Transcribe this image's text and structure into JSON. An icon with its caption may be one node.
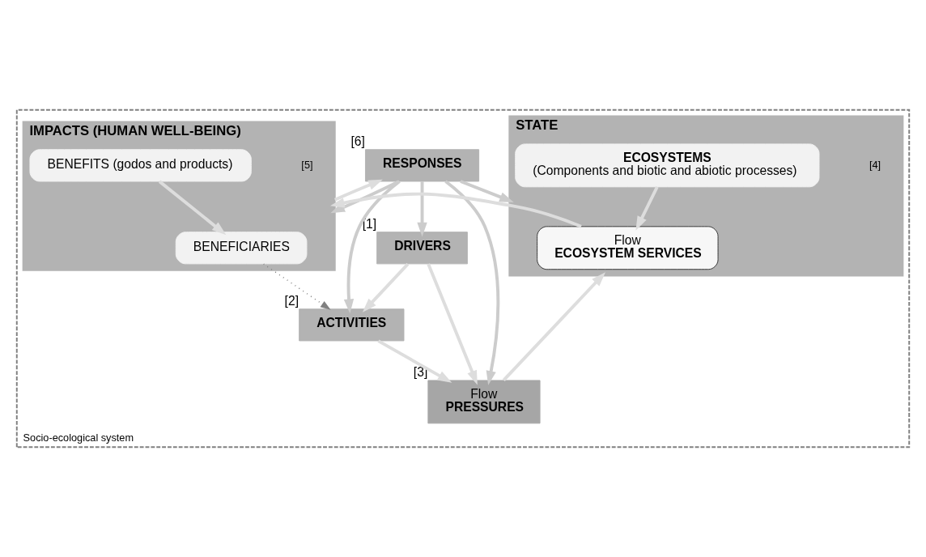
{
  "diagram": {
    "nodes": [
      {
        "text": [
          "Socio-ecological system"
        ]
      },
      {
        "text": [
          "DRIVERS"
        ],
        "beside": [
          "[1]"
        ],
        "in": 0
      },
      {
        "text": [
          "RESPONSES"
        ],
        "beside": [
          "[6]"
        ],
        "in": 0
      },
      {
        "text": [
          "ACTIVITIES"
        ],
        "beside": [
          "[2]"
        ],
        "in": 0
      },
      {
        "text": [
          "IMPACTS (HUMAN WELL-BEING)"
        ],
        "beside": [
          "[5]"
        ],
        "in": 0
      },
      {
        "text": [
          "BENEFICIARIES"
        ],
        "in": 4
      },
      {
        "text": [
          "BENEFITS (godos and products)"
        ],
        "in": 4
      },
      {
        "text": [
          "Flow",
          "PRESSURES"
        ],
        "beside": [
          "[3]"
        ],
        "in": 0
      },
      {
        "text": [
          "STATE"
        ],
        "beside": [
          "[4]"
        ],
        "in": 0
      },
      {
        "text": [
          "Flow",
          "ECOSYSTEM SERVICES"
        ],
        "in": 8
      },
      {
        "text": [
          "ECOSYSTEMS",
          "(Components and biotic and abiotic processes)"
        ],
        "in": 8
      }
    ],
    "edges": [
      {
        "from": 2,
        "to": 1,
        "arrow": "to",
        "color": "#cccccc"
      },
      {
        "from": 2,
        "to": 3,
        "arrow": "to",
        "color": "#cccccc"
      },
      {
        "from": 2,
        "to": 7,
        "arrow": "to",
        "color": "#cccccc"
      },
      {
        "from": 2,
        "to": 8,
        "arrow": "to",
        "color": "#cccccc"
      },
      {
        "from": 2,
        "to": 4,
        "arrow": "to",
        "color": "#cccccc"
      },
      {
        "from": 4,
        "to": 2,
        "arrow": "to"
      },
      {
        "from": 1,
        "to": 3,
        "arrow": "to"
      },
      {
        "from": 1,
        "to": 7,
        "arrow": "to"
      },
      {
        "from": 3,
        "to": 7,
        "arrow": "to"
      },
      {
        "from": 7,
        "to": 8,
        "arrow": "to"
      },
      {
        "from": 10,
        "to": 9,
        "arrow": "to"
      },
      {
        "from": 9,
        "to": 4,
        "arrow": "to"
      },
      {
        "from": 6,
        "to": 5,
        "arrow": "to"
      },
      {
        "from": 5,
        "to": 3,
        "arrow": "to",
        "style": "dashed",
        "color": "#808080"
      }
    ]
  }
}
